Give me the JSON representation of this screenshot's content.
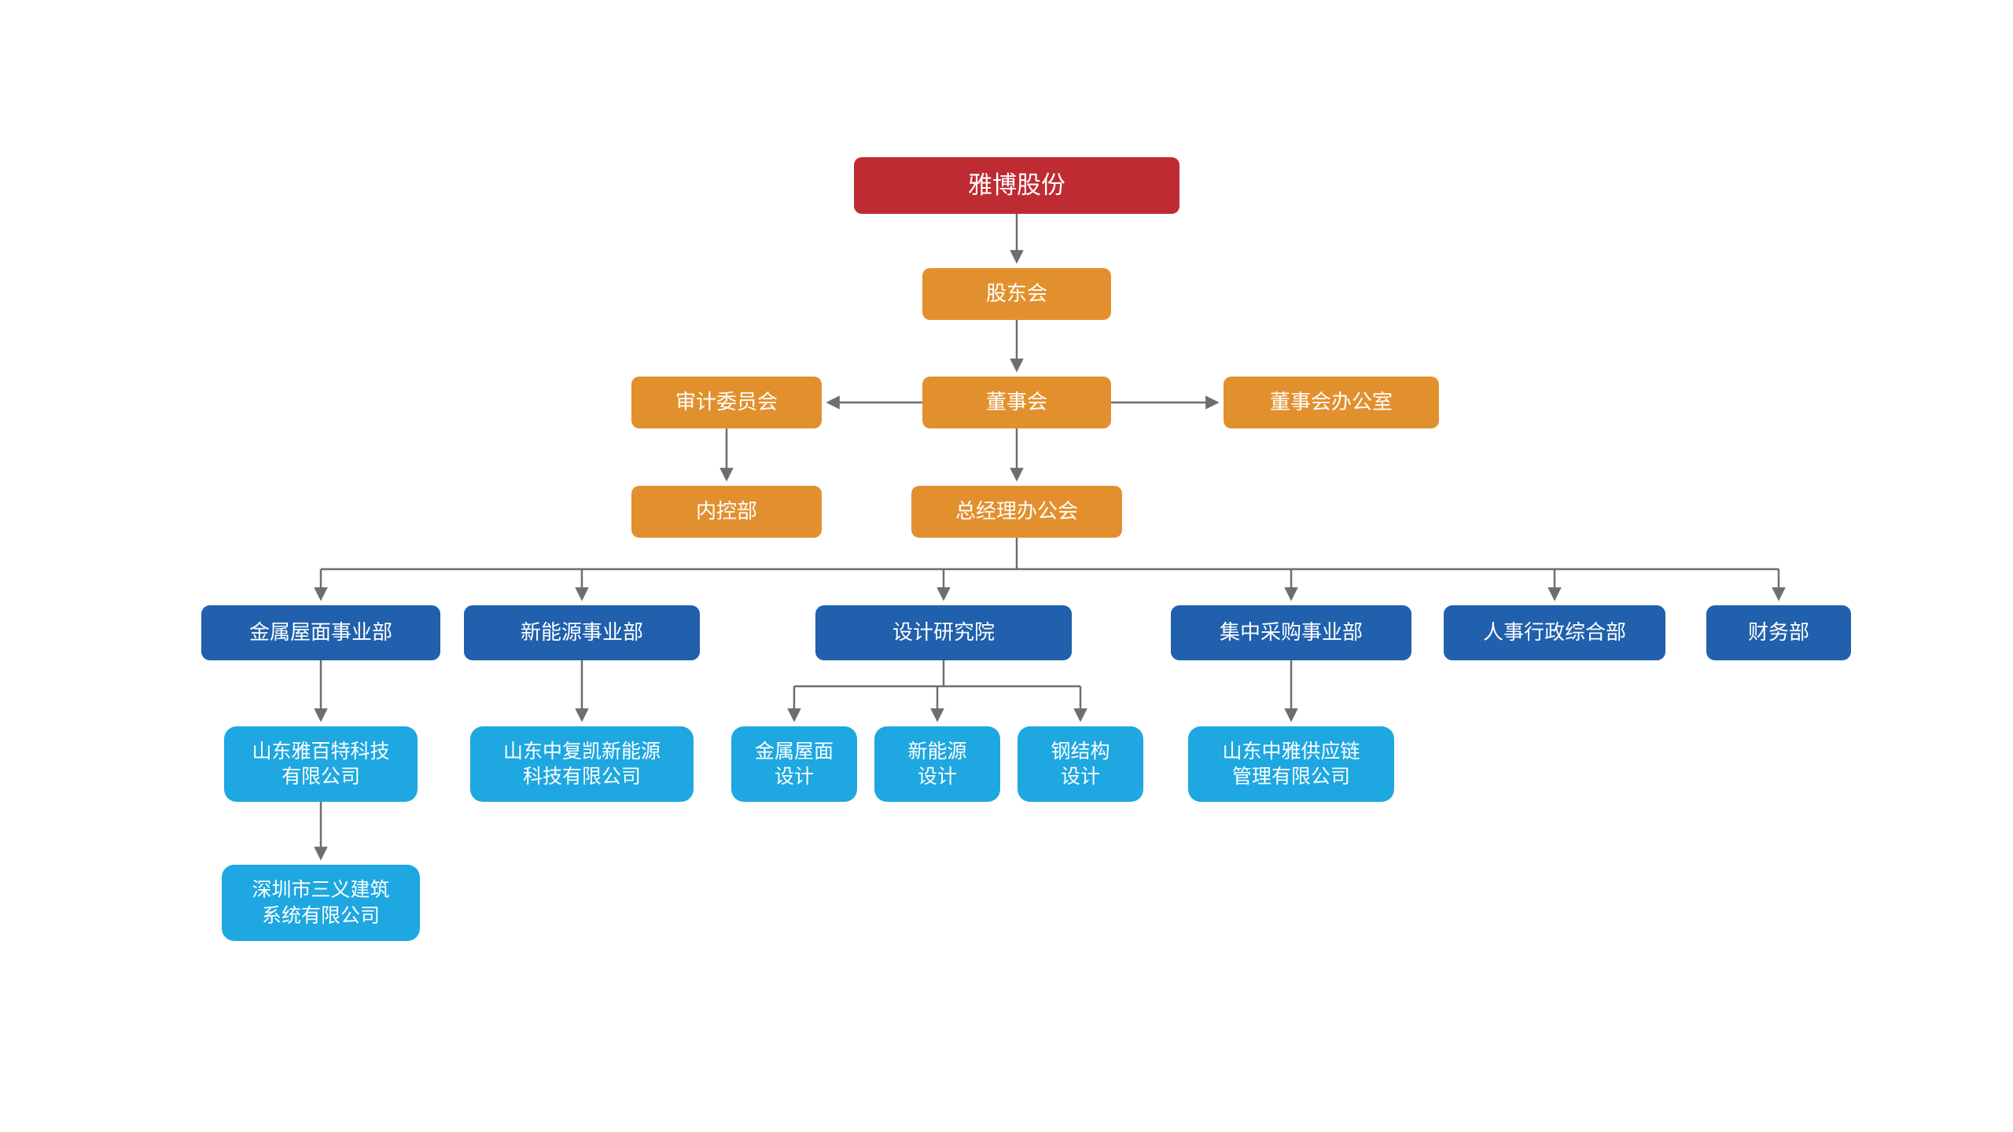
{
  "diagram": {
    "type": "org-chart",
    "company": "雅博股份",
    "palette": {
      "root_box": "#be2b31",
      "governance_box": "#e2902e",
      "department_box": "#2060ac",
      "subsidiary_box": "#1ea7e0",
      "connector": "#6e6e6e",
      "text": "#ffffff",
      "background": "#ffffff"
    },
    "nodes": {
      "root": {
        "label": "雅博股份"
      },
      "shareholders": {
        "label": "股东会"
      },
      "audit": {
        "label": "审计委员会"
      },
      "board": {
        "label": "董事会"
      },
      "board_office": {
        "label": "董事会办公室"
      },
      "internal_control": {
        "label": "内控部"
      },
      "gm_office": {
        "label": "总经理办公会"
      },
      "metal_roof_div": {
        "label": "金属屋面事业部"
      },
      "new_energy_div": {
        "label": "新能源事业部"
      },
      "design_institute": {
        "label": "设计研究院"
      },
      "procurement_div": {
        "label": "集中采购事业部"
      },
      "hr_admin": {
        "label": "人事行政综合部"
      },
      "finance": {
        "label": "财务部"
      },
      "yabaite": {
        "label": "山东雅百特科技\n有限公司"
      },
      "zhongfukai": {
        "label": "山东中复凯新能源\n科技有限公司"
      },
      "metal_roof_design": {
        "label": "金属屋面\n设计"
      },
      "new_energy_design": {
        "label": "新能源\n设计"
      },
      "steel_design": {
        "label": "钢结构\n设计"
      },
      "zhongya": {
        "label": "山东中雅供应链\n管理有限公司"
      },
      "sanyi": {
        "label": "深圳市三义建筑\n系统有限公司"
      }
    },
    "edges": [
      {
        "from": "root",
        "to": "shareholders"
      },
      {
        "from": "shareholders",
        "to": "board"
      },
      {
        "from": "board",
        "to": "audit"
      },
      {
        "from": "board",
        "to": "board_office"
      },
      {
        "from": "audit",
        "to": "internal_control"
      },
      {
        "from": "board",
        "to": "gm_office"
      },
      {
        "from": "gm_office",
        "to": "metal_roof_div"
      },
      {
        "from": "gm_office",
        "to": "new_energy_div"
      },
      {
        "from": "gm_office",
        "to": "design_institute"
      },
      {
        "from": "gm_office",
        "to": "procurement_div"
      },
      {
        "from": "gm_office",
        "to": "hr_admin"
      },
      {
        "from": "gm_office",
        "to": "finance"
      },
      {
        "from": "metal_roof_div",
        "to": "yabaite"
      },
      {
        "from": "yabaite",
        "to": "sanyi"
      },
      {
        "from": "new_energy_div",
        "to": "zhongfukai"
      },
      {
        "from": "design_institute",
        "to": "metal_roof_design"
      },
      {
        "from": "design_institute",
        "to": "new_energy_design"
      },
      {
        "from": "design_institute",
        "to": "steel_design"
      },
      {
        "from": "procurement_div",
        "to": "zhongya"
      }
    ]
  }
}
